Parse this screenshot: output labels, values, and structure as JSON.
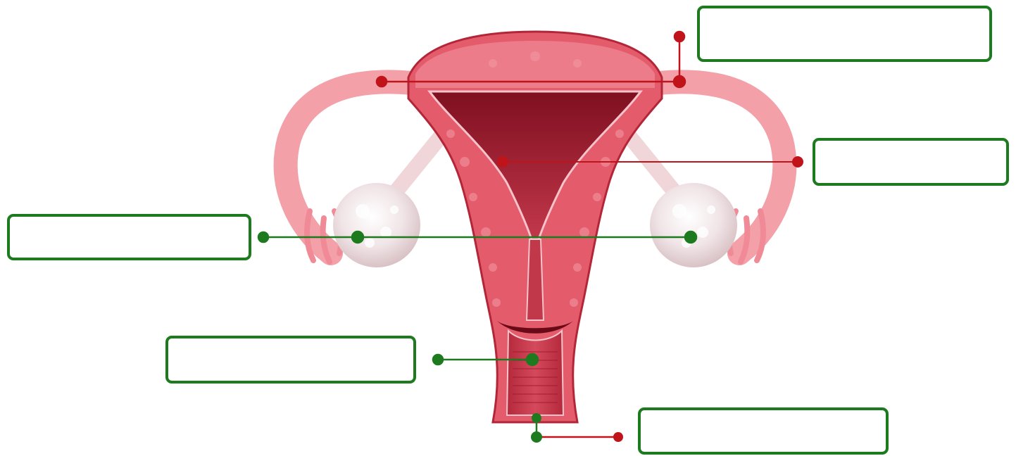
{
  "diagram": {
    "colors": {
      "answer_box_border": "#1e7a1e",
      "leader_red": "#c0141a",
      "leader_green": "#1e7a1e",
      "tissue_light": "#f3a0a8",
      "tissue_mid": "#e45c6c",
      "tissue_dark": "#9e1c2c",
      "ovary": "#ece2e4"
    },
    "answer_boxes": [
      {
        "id": "box-1",
        "text": ""
      },
      {
        "id": "box-2",
        "text": ""
      },
      {
        "id": "box-3",
        "text": ""
      },
      {
        "id": "box-4",
        "text": ""
      },
      {
        "id": "box-5",
        "text": ""
      }
    ]
  }
}
